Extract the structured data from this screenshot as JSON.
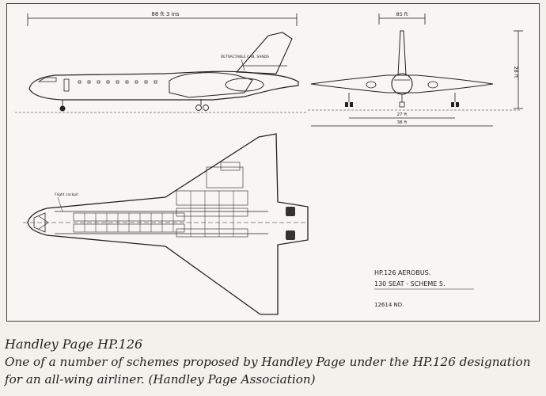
{
  "drawing": {
    "overall_length": "88 ft 3 ins",
    "span_top": "85 ft",
    "height": "28 ft",
    "track_a": "27 ft",
    "track_b": "38 ft",
    "retractable_cone": "RETRACTABLE CAB. SANDS",
    "cockpit_note": "Flight cockpit",
    "drawing_title": "HP.126 AEROBUS.",
    "drawing_subtitle": "130 SEAT - SCHEME 5.",
    "drawing_number": "12614 ND."
  },
  "caption": {
    "title": "Handley Page HP.126",
    "body": "One of a number of schemes proposed by Handley Page under the HP.126 designation for an all-wing airliner. (Handley Page Association)"
  }
}
